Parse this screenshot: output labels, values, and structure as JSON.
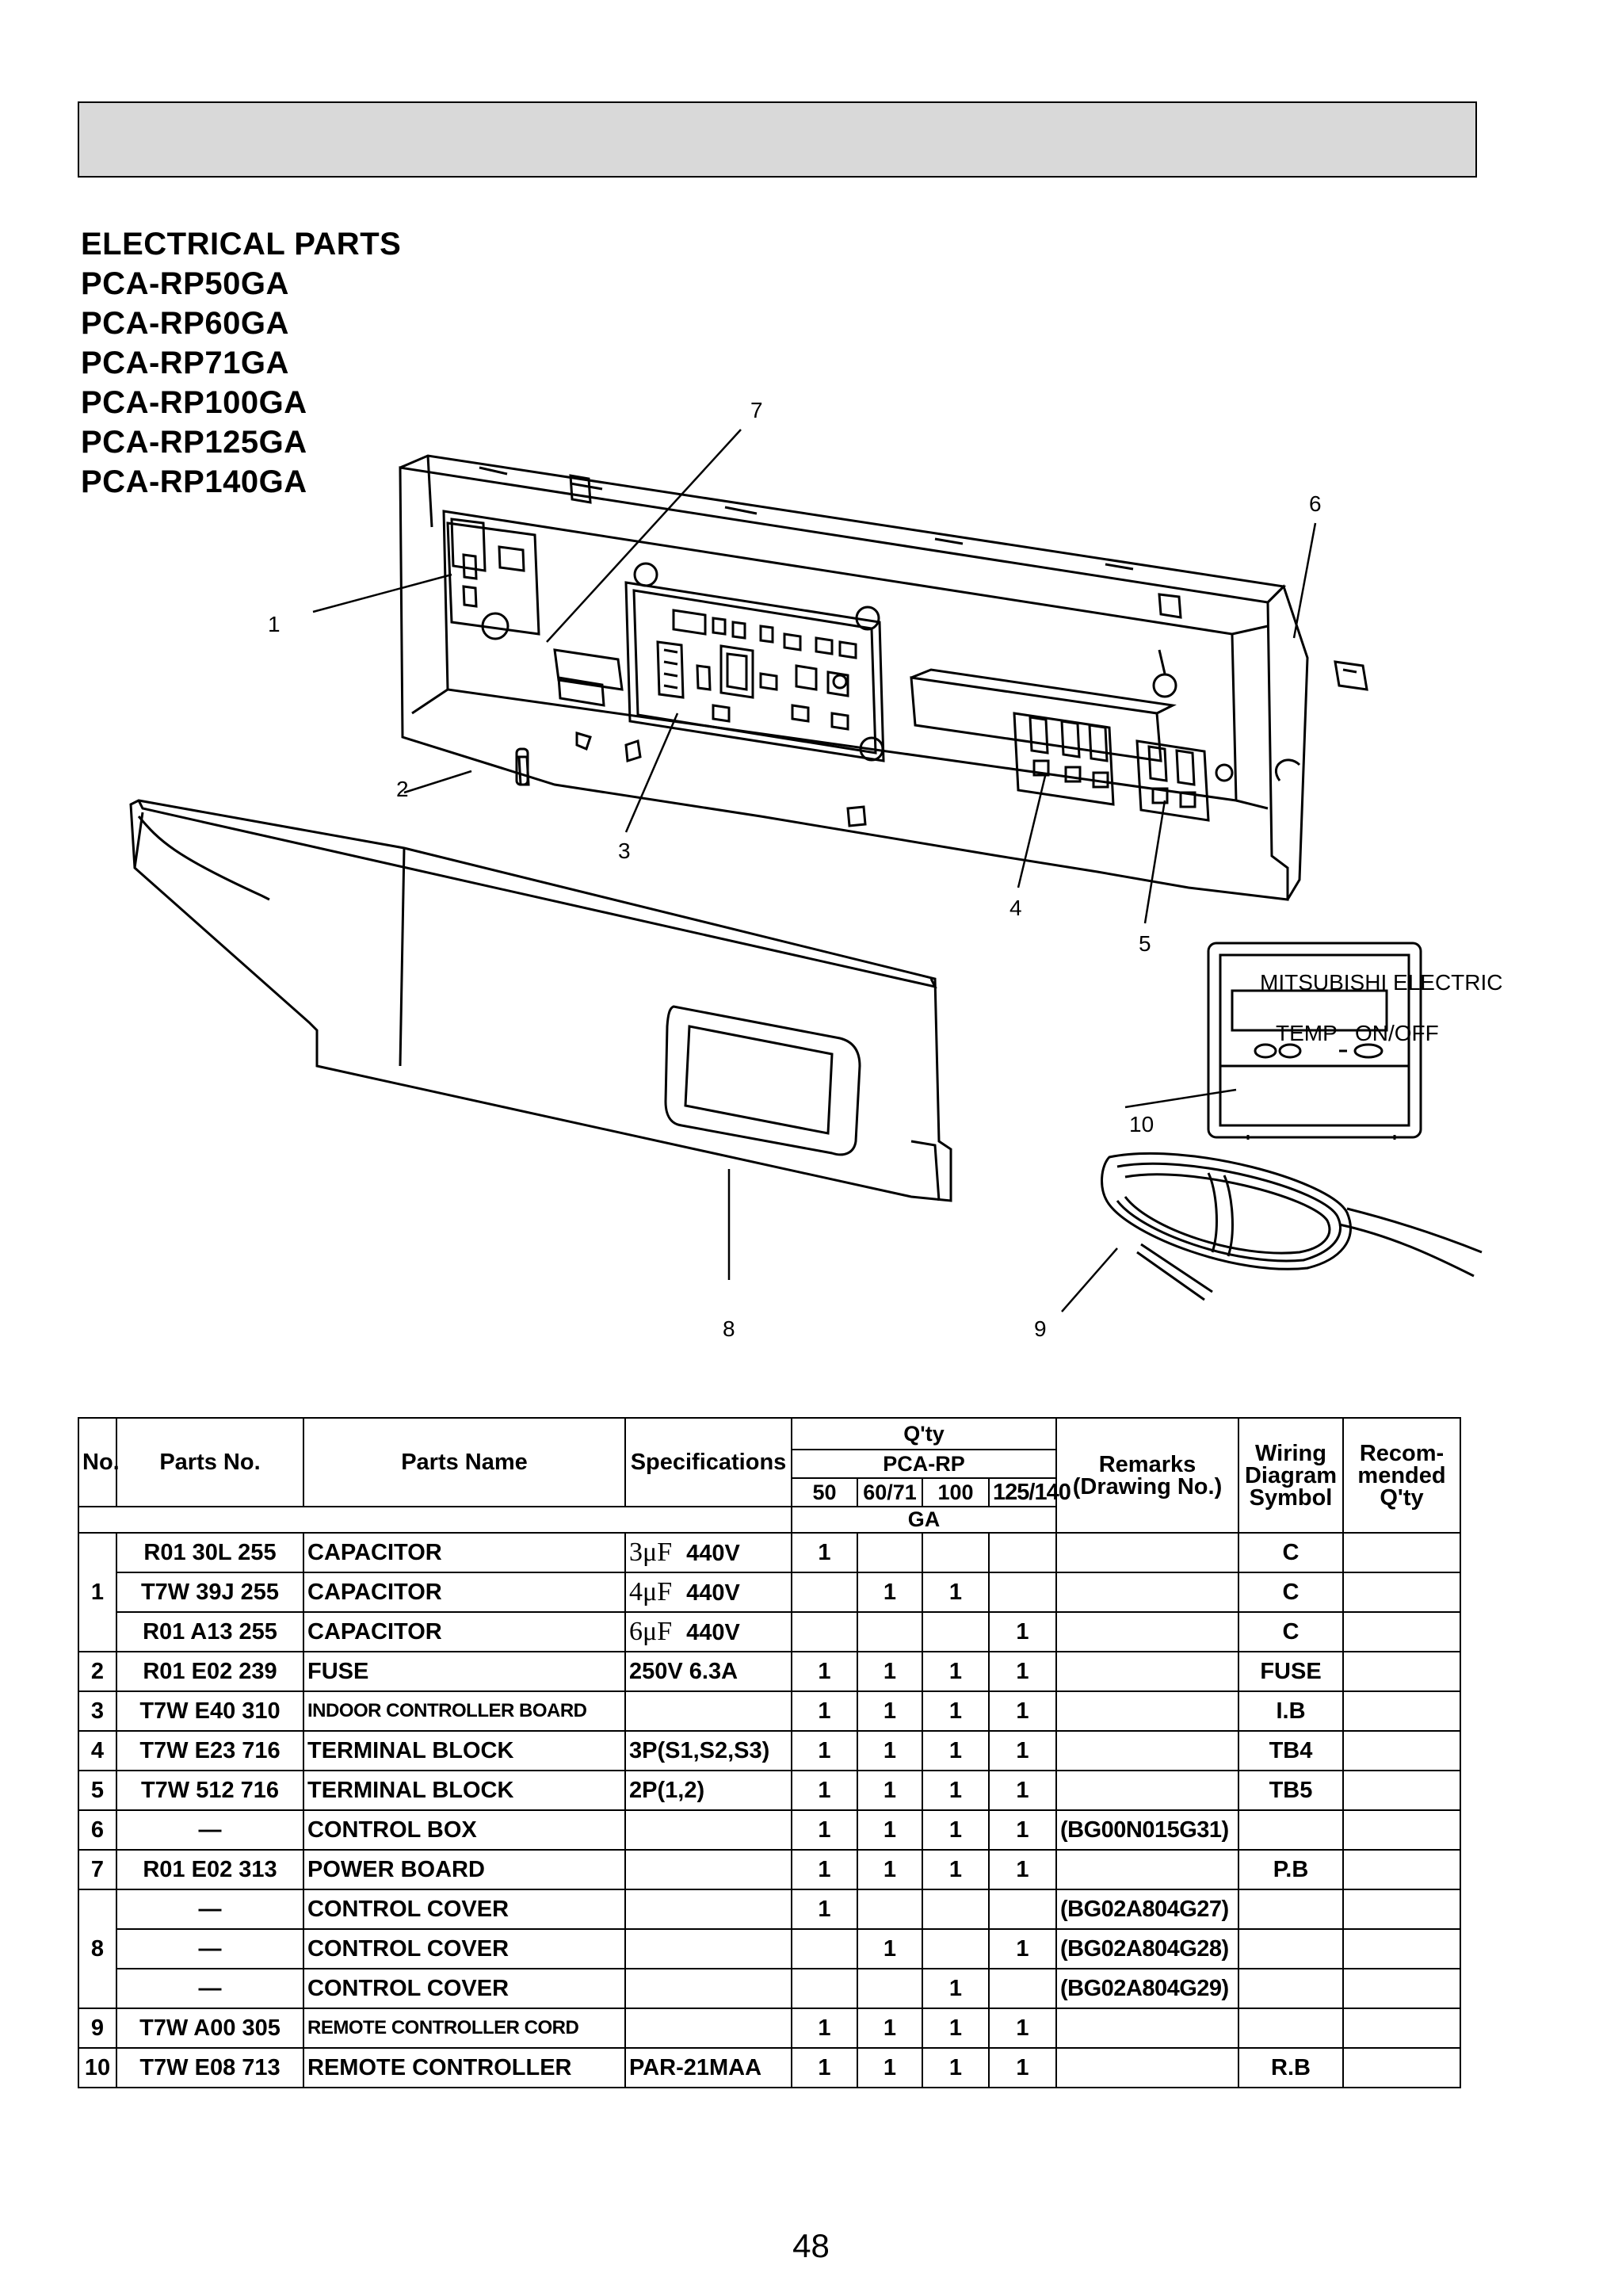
{
  "titles": [
    "ELECTRICAL PARTS",
    "PCA-RP50GA",
    "PCA-RP60GA",
    "PCA-RP71GA",
    "PCA-RP100GA",
    "PCA-RP125GA",
    "PCA-RP140GA"
  ],
  "callouts": [
    "1",
    "2",
    "3",
    "4",
    "5",
    "6",
    "7",
    "8",
    "9",
    "10"
  ],
  "remote_brand": "MITSUBISHI ELECTRIC",
  "remote_buttons": [
    "TEMP",
    "ON/OFF"
  ],
  "table": {
    "headers": {
      "no": "No.",
      "parts_no": "Parts No.",
      "parts_name": "Parts Name",
      "specifications": "Specifications",
      "qty": "Q'ty",
      "model": "PCA-RP",
      "sizes": [
        "50",
        "60/71",
        "100",
        "125/140"
      ],
      "suffix": "GA",
      "remarks_1": "Remarks",
      "remarks_2": "(Drawing No.)",
      "wiring_1": "Wiring",
      "wiring_2": "Diagram",
      "wiring_3": "Symbol",
      "recom_1": "Recom-",
      "recom_2": "mended",
      "recom_3": "Q'ty"
    },
    "rows": [
      {
        "no": "1",
        "parts_no": "R01  30L  255",
        "name": "CAPACITOR",
        "spec_val": "3",
        "spec_unit": "μF",
        "spec_tail": "440V",
        "q": [
          "1",
          "",
          "",
          ""
        ],
        "remarks": "",
        "wiring": "C"
      },
      {
        "no": "",
        "parts_no": "T7W  39J  255",
        "name": "CAPACITOR",
        "spec_val": "4",
        "spec_unit": "μF",
        "spec_tail": "440V",
        "q": [
          "",
          "1",
          "1",
          ""
        ],
        "remarks": "",
        "wiring": "C"
      },
      {
        "no": "",
        "parts_no": "R01  A13  255",
        "name": "CAPACITOR",
        "spec_val": "6",
        "spec_unit": "μF",
        "spec_tail": "440V",
        "q": [
          "",
          "",
          "",
          "1"
        ],
        "remarks": "",
        "wiring": "C"
      },
      {
        "no": "2",
        "parts_no": "R01  E02  239",
        "name": "FUSE",
        "spec": "250V 6.3A",
        "q": [
          "1",
          "1",
          "1",
          "1"
        ],
        "remarks": "",
        "wiring": "FUSE"
      },
      {
        "no": "3",
        "parts_no": "T7W  E40  310",
        "name": "INDOOR CONTROLLER BOARD",
        "spec": "",
        "q": [
          "1",
          "1",
          "1",
          "1"
        ],
        "remarks": "",
        "wiring": "I.B"
      },
      {
        "no": "4",
        "parts_no": "T7W  E23  716",
        "name": "TERMINAL BLOCK",
        "spec": "3P(S1,S2,S3)",
        "q": [
          "1",
          "1",
          "1",
          "1"
        ],
        "remarks": "",
        "wiring": "TB4"
      },
      {
        "no": "5",
        "parts_no": "T7W  512  716",
        "name": "TERMINAL BLOCK",
        "spec": "2P(1,2)",
        "q": [
          "1",
          "1",
          "1",
          "1"
        ],
        "remarks": "",
        "wiring": "TB5"
      },
      {
        "no": "6",
        "parts_no": "—",
        "name": "CONTROL BOX",
        "spec": "",
        "q": [
          "1",
          "1",
          "1",
          "1"
        ],
        "remarks": "(BG00N015G31)",
        "wiring": ""
      },
      {
        "no": "7",
        "parts_no": "R01  E02  313",
        "name": "POWER BOARD",
        "spec": "",
        "q": [
          "1",
          "1",
          "1",
          "1"
        ],
        "remarks": "",
        "wiring": "P.B"
      },
      {
        "no": "8",
        "parts_no": "—",
        "name": "CONTROL COVER",
        "spec": "",
        "q": [
          "1",
          "",
          "",
          ""
        ],
        "remarks": "(BG02A804G27)",
        "wiring": ""
      },
      {
        "no": "",
        "parts_no": "—",
        "name": "CONTROL COVER",
        "spec": "",
        "q": [
          "",
          "1",
          "",
          "1"
        ],
        "remarks": "(BG02A804G28)",
        "wiring": ""
      },
      {
        "no": "",
        "parts_no": "—",
        "name": "CONTROL COVER",
        "spec": "",
        "q": [
          "",
          "",
          "1",
          ""
        ],
        "remarks": "(BG02A804G29)",
        "wiring": ""
      },
      {
        "no": "9",
        "parts_no": "T7W  A00  305",
        "name": "REMOTE CONTROLLER CORD",
        "spec": "",
        "q": [
          "1",
          "1",
          "1",
          "1"
        ],
        "remarks": "",
        "wiring": ""
      },
      {
        "no": "10",
        "parts_no": "T7W  E08  713",
        "name": "REMOTE CONTROLLER",
        "spec": "PAR-21MAA",
        "q": [
          "1",
          "1",
          "1",
          "1"
        ],
        "remarks": "",
        "wiring": "R.B"
      }
    ]
  },
  "page_number": "48"
}
